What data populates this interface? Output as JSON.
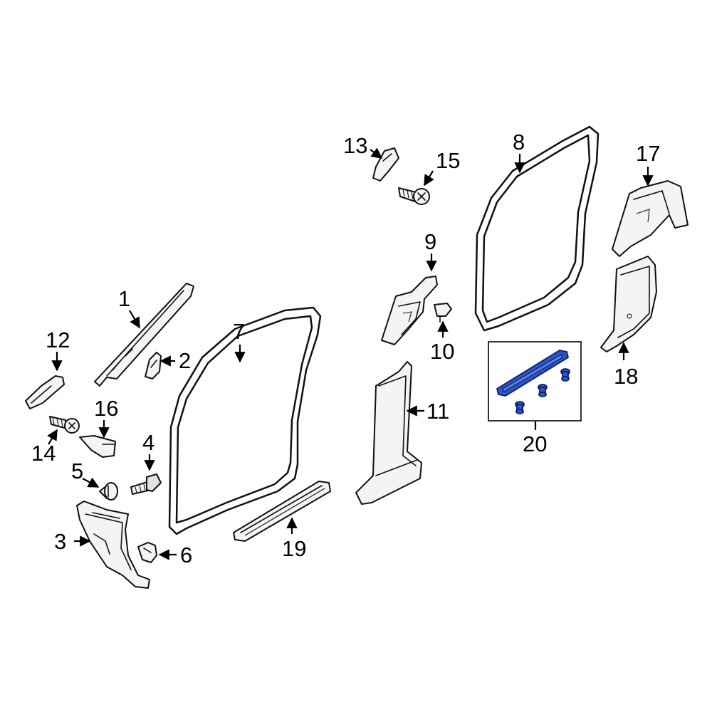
{
  "diagram": {
    "callouts": [
      {
        "id": "1",
        "label": "1"
      },
      {
        "id": "2",
        "label": "2"
      },
      {
        "id": "3",
        "label": "3"
      },
      {
        "id": "4",
        "label": "4"
      },
      {
        "id": "5",
        "label": "5"
      },
      {
        "id": "6",
        "label": "6"
      },
      {
        "id": "7",
        "label": "7"
      },
      {
        "id": "8",
        "label": "8"
      },
      {
        "id": "9",
        "label": "9"
      },
      {
        "id": "10",
        "label": "10"
      },
      {
        "id": "11",
        "label": "11"
      },
      {
        "id": "12",
        "label": "12"
      },
      {
        "id": "13",
        "label": "13"
      },
      {
        "id": "14",
        "label": "14"
      },
      {
        "id": "15",
        "label": "15"
      },
      {
        "id": "16",
        "label": "16"
      },
      {
        "id": "17",
        "label": "17"
      },
      {
        "id": "18",
        "label": "18"
      },
      {
        "id": "19",
        "label": "19"
      },
      {
        "id": "20",
        "label": "20"
      }
    ],
    "highlighted_part": "20",
    "colors": {
      "highlight_fill": "#2d55c8",
      "highlight_stroke": "#0b1f66",
      "line": "#111111",
      "background": "#ffffff"
    }
  }
}
